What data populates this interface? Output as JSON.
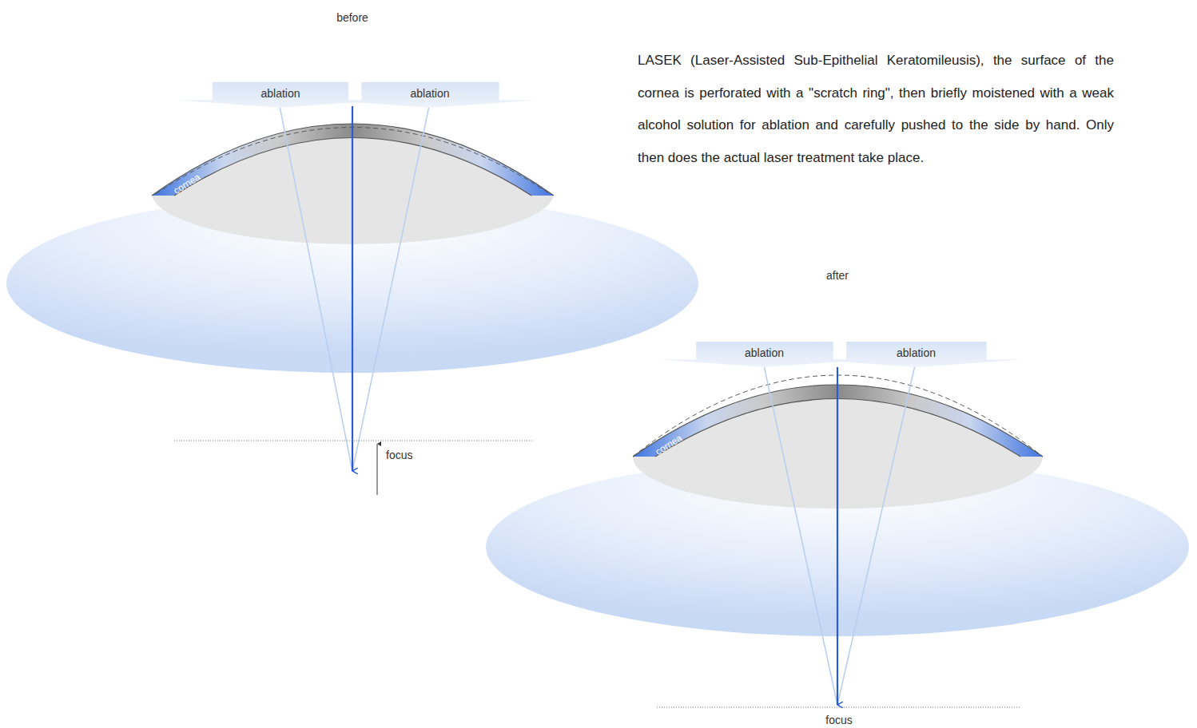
{
  "diagram": {
    "nodes": [
      {
        "text": [
          "ablation"
        ]
      },
      {
        "text": [
          "ablation"
        ]
      },
      {
        "text": [
          "ablation"
        ]
      },
      {
        "text": [
          "ablation"
        ]
      }
    ],
    "labels": [
      "before",
      "after",
      "cornea",
      "cornea",
      "focus",
      "focus",
      "LASEK (Laser-Assisted Sub-Epithelial Keratomileusis), the surface of the cornea is perforated with a \"scratch ring\", then briefly moistened with a weak alcohol solution for ablation and carefully pushed to the side by hand. Only then does the actual laser treatment take place."
    ]
  }
}
